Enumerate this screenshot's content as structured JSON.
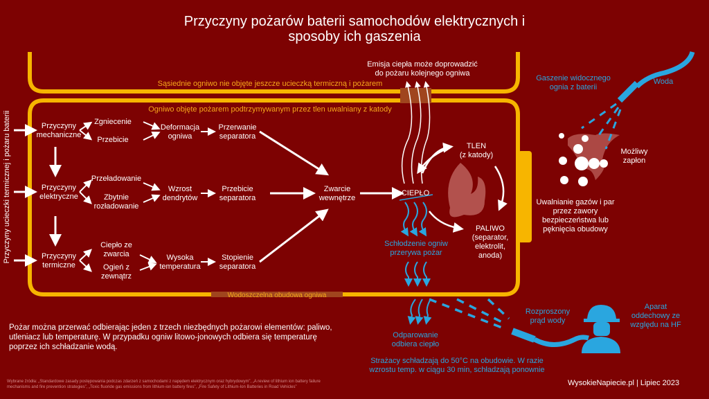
{
  "title": "Przyczyny pożarów baterii samochodów elektrycznych i sposoby ich gaszenia",
  "vertical_label": "Przyczyny  ucieczki termicznej i pożaru baterii",
  "neighbor_cell": "Sąsiednie ogniwo nie objęte jeszcze ucieczką termiczną i pożarem",
  "burning_cell": "Ogniwo objęte pożarem podtrzymywanym przez tlen uwalniany z katody",
  "heat_emission": "Emisja ciepła może doprowadzić\ndo pożaru kolejnego ogniwa",
  "casing": "Wodoszczelna obudowa ogniwa",
  "rows": [
    {
      "cause": "Przyczyny\nmechaniczne",
      "a": "Zgniecenie",
      "b": "Przebicie",
      "effect": "Deformacja\nogniwa",
      "result": "Przerwanie\nseparatora"
    },
    {
      "cause": "Przyczyny\nelektryczne",
      "a": "Przeładowanie",
      "b": "Zbytnie\nrozładowanie",
      "effect": "Wzrost\ndendrytów",
      "result": "Przebicie\nseparatora"
    },
    {
      "cause": "Przyczyny\ntermiczne",
      "a": "Ciepło ze\nzwarcia",
      "b": "Ogień z\nzewnątrz",
      "effect": "Wysoka\ntemperatura",
      "result": "Stopienie\nseparatora"
    }
  ],
  "short_circuit": "Zwarcie\nwewnętrze",
  "heat": "CIEPŁO",
  "oxygen": "TLEN\n(z katody)",
  "fuel": "PALIWO\n(separator,\nelektrolit,\nanoda)",
  "cooling": "Schłodzenie ogniw\nprzerywa pożar",
  "extinguish": "Gaszenie widocznego\nognia z baterii",
  "water": "Woda",
  "ignition": "Możliwy\nzapłon",
  "gas_release": "Uwalnianie gazów i par\nprzez zawory\nbezpieczeństwa lub\npęknięcia obudowy",
  "evaporation": "Odparowanie\nodbiera ciepło",
  "spray": "Rozproszony\nprąd wody",
  "breathing": "Aparat\noddechowy ze\nwzględu na HF",
  "firefighters": "Strażacy schładzają do 50°C na obudowie. W razie\nwzrostu temp. w ciągu 30 min, schładzają ponownie",
  "paragraph": "Pożar można przerwać odbierając jeden z trzech niezbędnych pożarowi elementów: paliwo,\nutleniacz lub temperaturę. W przypadku ogniw litowo-jonowych odbiera się temperaturę\npoprzez ich schładzanie wodą.",
  "sources": "Wybrane źródła: „Standardowe zasady postępowania podczas zdarzeń z samochodami z napędem elektrycznym oraz hybrydowym”, „A review of lithium ion battery failure\nmechanisms and fire prevention strategies”, „Toxic fluoride gas emissions from lithium-ion battery fires”, „Fire Safety of Lithium-Ion Batteries in Road Vehicles”",
  "footer": "WysokieNapiecie.pl  |  Lipiec 2023",
  "colors": {
    "background": "#7d0202",
    "casing": "#f7b500",
    "water": "#2aa6df",
    "flame": "#b85a55"
  }
}
